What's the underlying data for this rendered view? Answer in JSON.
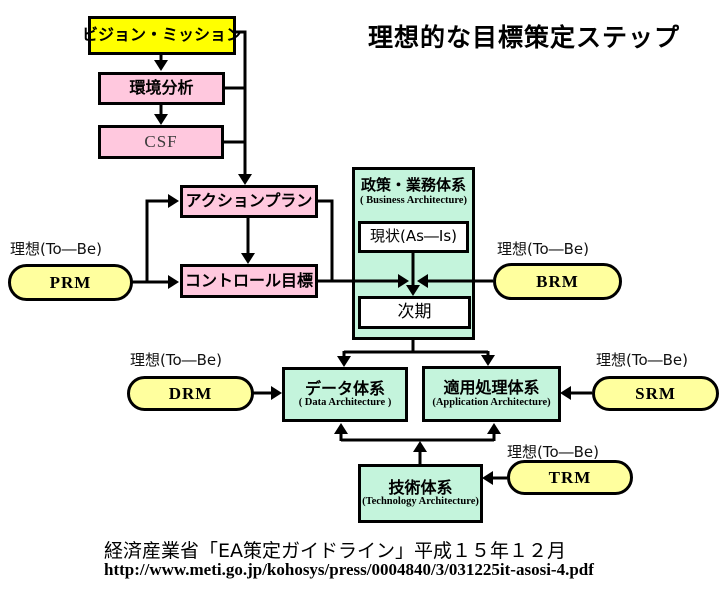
{
  "title": "理想的な目標策定ステップ",
  "flow": {
    "vision_label": "ビジョン・ミッション",
    "env_label": "環境分析",
    "csf_label": "CSF",
    "action_label": "アクションプラン",
    "control_label": "コントロール目標"
  },
  "business_architecture": {
    "title": "政策・業務体系",
    "subtitle": "( Business Architecture)",
    "current_state": "現状(As―Is)",
    "next_state": "次期"
  },
  "data_architecture": {
    "title": "データ体系",
    "subtitle": "( Data Architecture )"
  },
  "application_architecture": {
    "title": "適用処理体系",
    "subtitle": "(Application Architecture)"
  },
  "technology_architecture": {
    "title": "技術体系",
    "subtitle": "(Technology Architecture)"
  },
  "reference_models": {
    "prm": {
      "label": "PRM",
      "ideal": "理想(To―Be)"
    },
    "brm": {
      "label": "BRM",
      "ideal": "理想(To―Be)"
    },
    "drm": {
      "label": "DRM",
      "ideal": "理想(To―Be)"
    },
    "srm": {
      "label": "SRM",
      "ideal": "理想(To―Be)"
    },
    "trm": {
      "label": "TRM",
      "ideal": "理想(To―Be)"
    }
  },
  "footer": {
    "line1": "経済産業省「EA策定ガイドライン」平成１５年１２月",
    "line2": "http://www.meti.go.jp/kohosys/press/0004840/3/031225it-asosi-4.pdf"
  },
  "colors": {
    "highlight_yellow": "#ffff00",
    "model_yellow": "#ffff9e",
    "process_pink": "#ffc8de",
    "architecture_mint": "#c4f4dc",
    "line_black": "#000000"
  }
}
